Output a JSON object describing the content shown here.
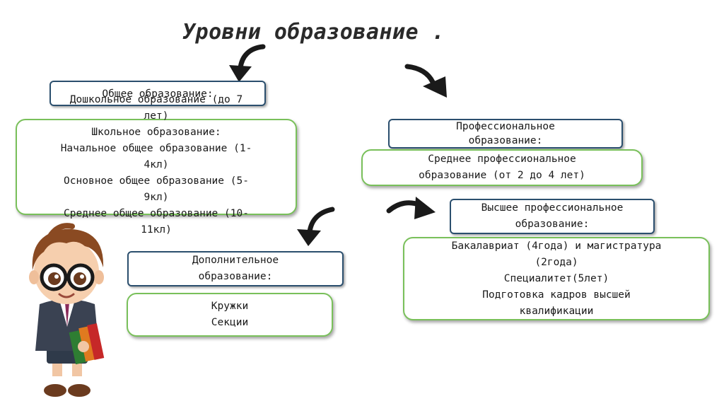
{
  "title": "Уровни образование .",
  "general": {
    "header": "Общее образование:",
    "lines": [
      "Дошкольное образование (до 7",
      "лет)",
      "Школьное образование:",
      "Начальное общее  образование (1-",
      "4кл)",
      "Основное общее образование (5-",
      "9кл)",
      "Среднее общее образование (10-",
      "11кл)"
    ]
  },
  "professional": {
    "header": [
      "Профессиональное",
      "образование:"
    ],
    "secondary": [
      "Среднее профессиональное",
      "образование (от 2 до 4 лет)"
    ]
  },
  "higher": {
    "header": [
      "Высшее профессиональное",
      "образование:"
    ],
    "lines": [
      "Бакалавриат (4года) и магистратура",
      "(2года)",
      "Специалитет(5лет)",
      "Подготовка кадров высшей",
      "квалификации"
    ]
  },
  "additional": {
    "header": [
      "Дополнительное",
      "образование:"
    ],
    "lines": [
      "Кружки",
      "Секции"
    ]
  },
  "colors": {
    "header_border": "#2b4f6e",
    "content_border": "#79c05a",
    "arrow": "#1a1a1a"
  }
}
